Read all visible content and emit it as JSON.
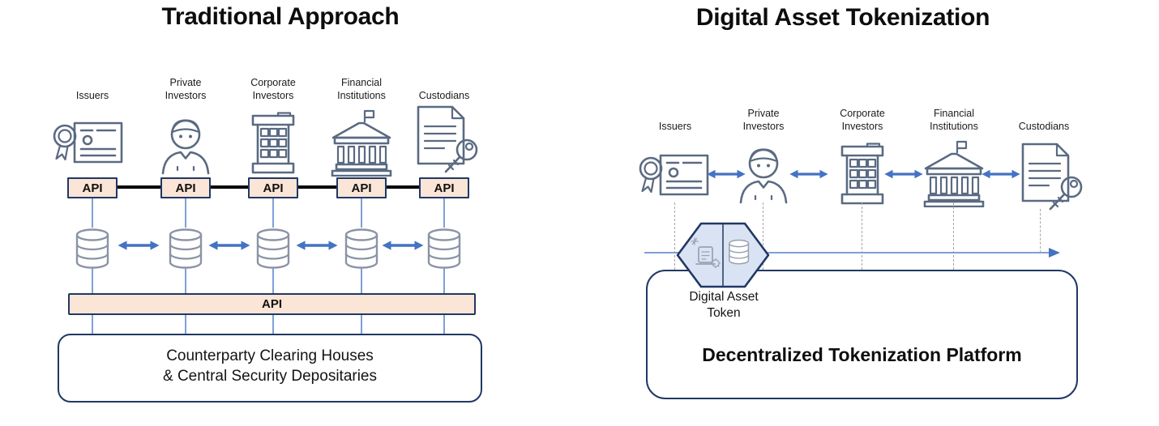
{
  "left": {
    "title": "Traditional Approach",
    "entities": [
      {
        "label": "Issuers",
        "icon": "certificate-ribbon-icon"
      },
      {
        "label": "Private\nInvestors",
        "icon": "person-icon"
      },
      {
        "label": "Corporate\nInvestors",
        "icon": "office-building-icon"
      },
      {
        "label": "Financial\nInstitutions",
        "icon": "bank-building-icon"
      },
      {
        "label": "Custodians",
        "icon": "document-key-icon"
      }
    ],
    "api_boxes": {
      "label": "API",
      "count": 5
    },
    "api_bar": {
      "label": "API"
    },
    "databases": {
      "icon": "database-cylinder-icon",
      "count": 5
    },
    "clearing_label": "Counterparty Clearing Houses\n& Central Security Depositaries"
  },
  "right": {
    "title": "Digital Asset Tokenization",
    "entities": [
      {
        "label": "Issuers",
        "icon": "certificate-ribbon-icon"
      },
      {
        "label": "Private\nInvestors",
        "icon": "person-icon"
      },
      {
        "label": "Corporate\nInvestors",
        "icon": "office-building-icon"
      },
      {
        "label": "Financial\nInstitutions",
        "icon": "bank-building-icon"
      },
      {
        "label": "Custodians",
        "icon": "document-key-icon"
      }
    ],
    "token": {
      "label": "Digital Asset\nToken",
      "icons": [
        "smart-contract-icon",
        "database-cylinder-icon"
      ]
    },
    "platform_label": "Decentralized Tokenization Platform"
  },
  "colors": {
    "api_fill": "#FBE5D6",
    "outline_navy": "#203864",
    "arrow_blue": "#4472C4",
    "connector_blue": "#7F9FD8",
    "hexagon_fill": "#DAE3F3",
    "dashed_gray": "#A6A6A6",
    "icon_stroke": "#5A6A82",
    "cylinder_stroke": "#8A94A5",
    "title_color": "#0D0D0D"
  }
}
